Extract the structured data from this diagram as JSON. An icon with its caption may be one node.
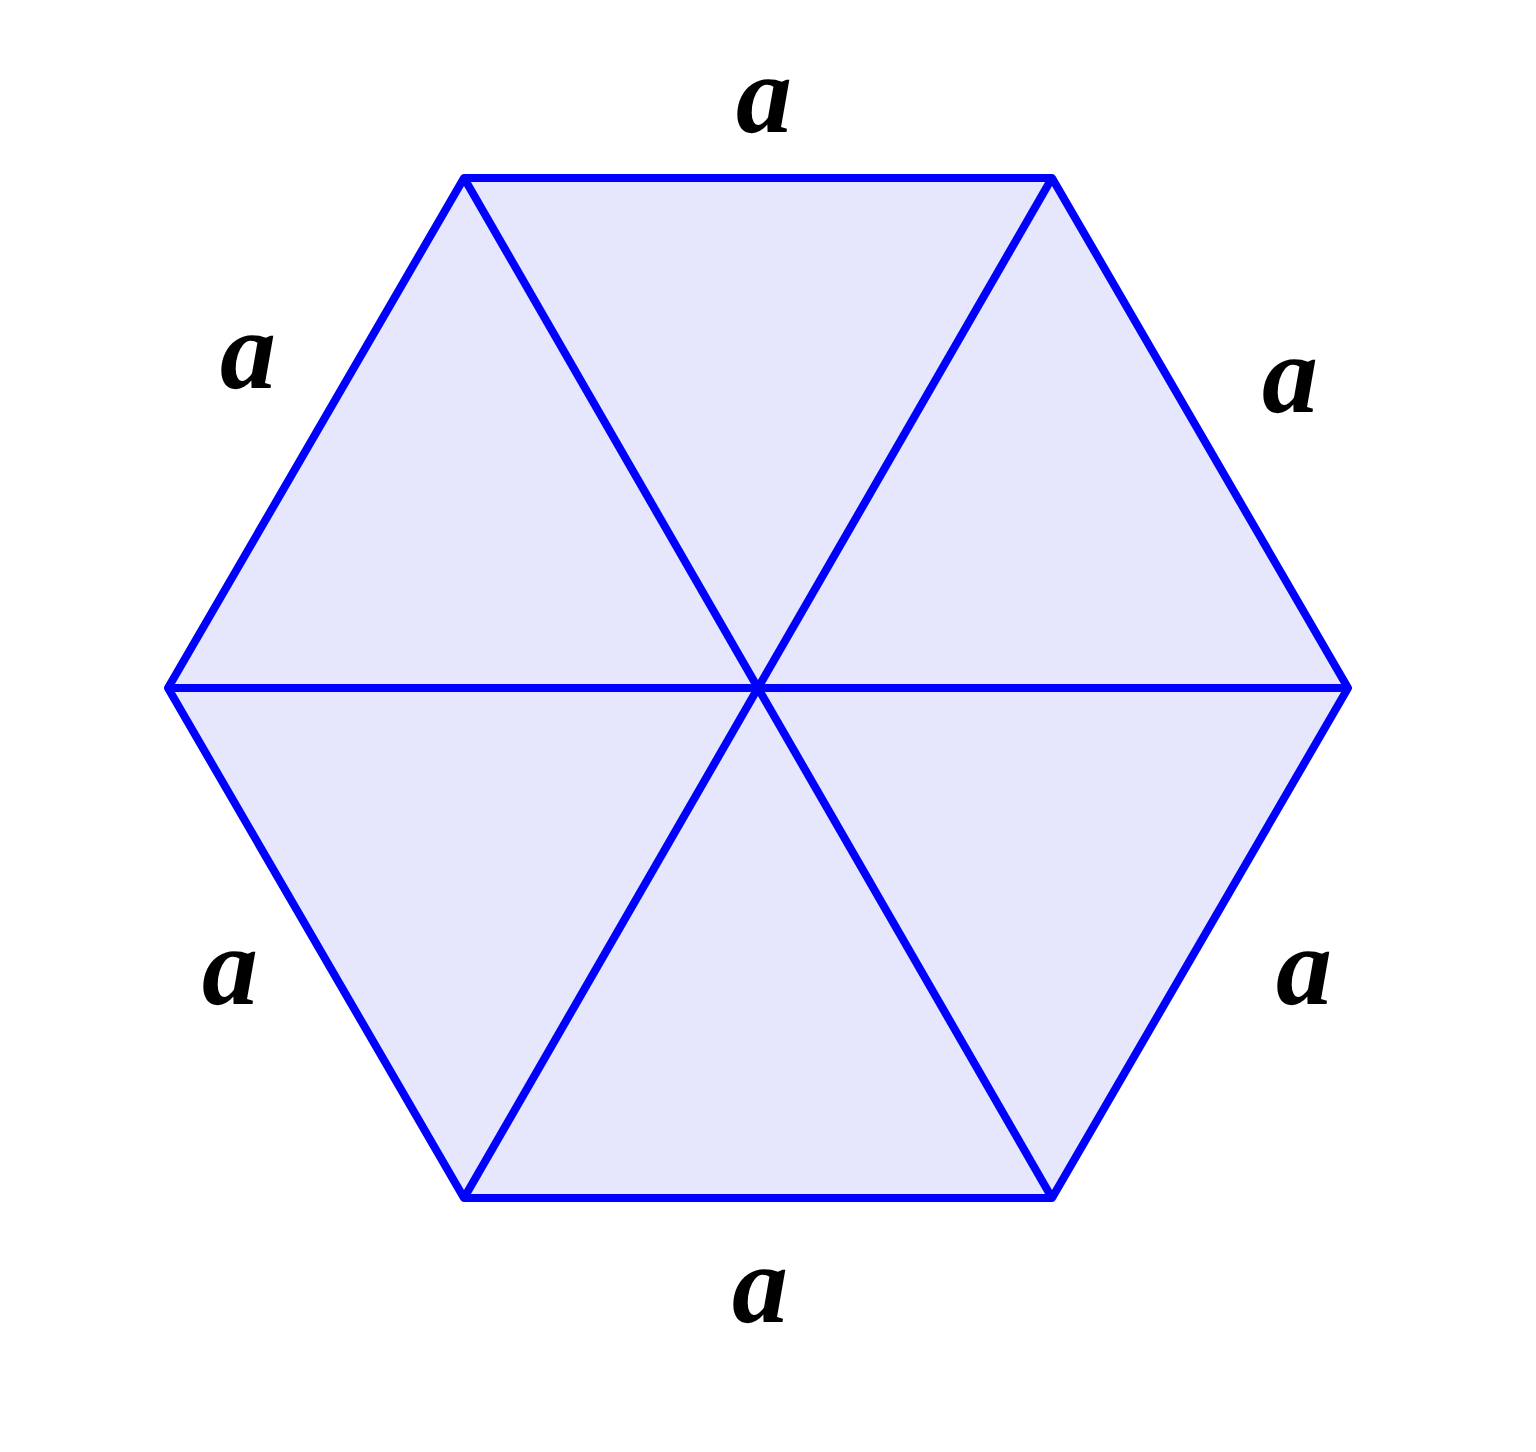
{
  "diagram": {
    "labels": [
      "a",
      "a",
      "a",
      "a",
      "a",
      "a"
    ]
  }
}
